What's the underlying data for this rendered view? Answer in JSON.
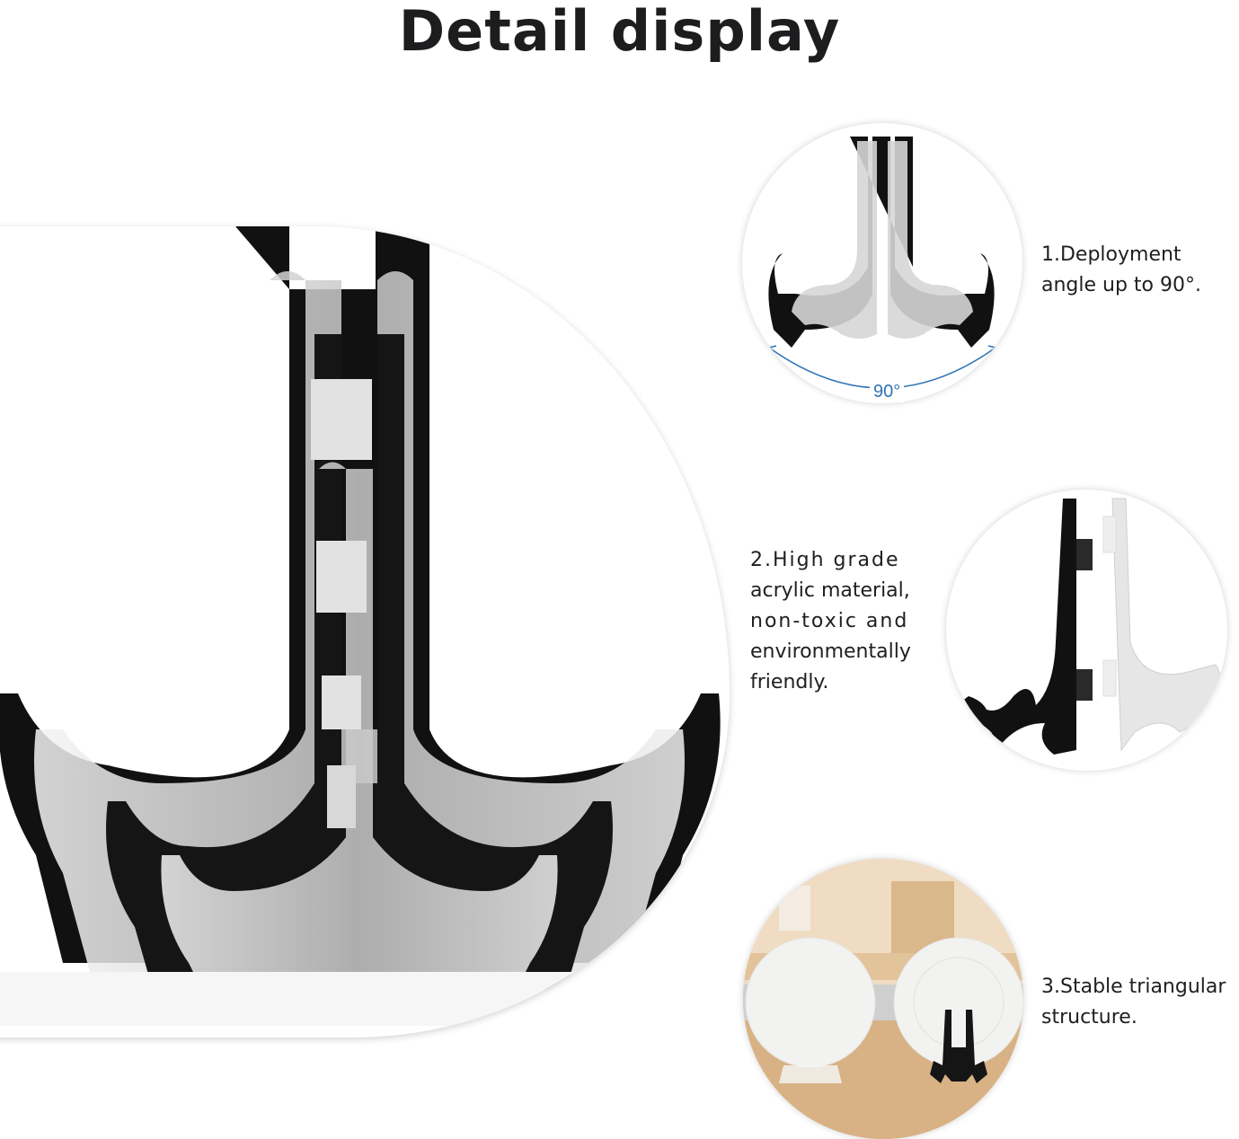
{
  "header": {
    "title": "Detail display"
  },
  "main_image": {
    "subject": "stacked black and clear acrylic plate display stands"
  },
  "details": [
    {
      "caption_lines": [
        "1.Deployment",
        "angle up to 90°."
      ],
      "image": "stand-front-view",
      "annotation": "90°",
      "annotation_color": "#2f74b5"
    },
    {
      "caption_lines": [
        "2.High grade",
        "acrylic material,",
        "non-toxic and",
        "environmentally",
        "friendly."
      ],
      "image": "stand-side-view-black-and-clear"
    },
    {
      "caption_lines": [
        "3.Stable triangular",
        "structure."
      ],
      "image": "plates-on-stands-shelf"
    }
  ]
}
